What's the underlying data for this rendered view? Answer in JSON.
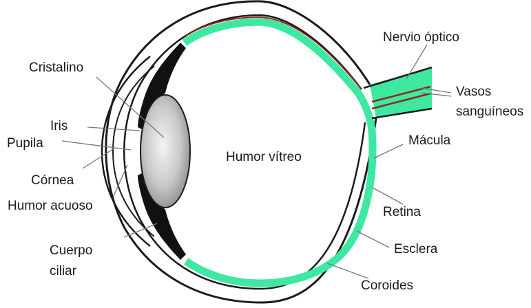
{
  "labels": {
    "cristalino": "Cristalino",
    "iris": "Iris",
    "pupila": "Pupila",
    "cornea": "Córnea",
    "humor_acuoso": "Humor acuoso",
    "cuerpo_ciliar": [
      "Cuerpo",
      "ciliar"
    ],
    "humor_vitreo": "Humor vítreo",
    "nervio_optico": "Nervio óptico",
    "vasos_sanguineos": [
      "Vasos",
      "sanguíneos"
    ],
    "macula": "Mácula",
    "retina": "Retina",
    "esclera": "Esclera",
    "coroides": "Coroides"
  },
  "colors": {
    "retina": "#3ee8a0",
    "choroid": "#8b2a1a",
    "outline": "#1a1a1a",
    "leader": "#777777",
    "lens_light": "#f2f2f2",
    "lens_dark": "#8c8c8c",
    "background": "#ffffff"
  }
}
